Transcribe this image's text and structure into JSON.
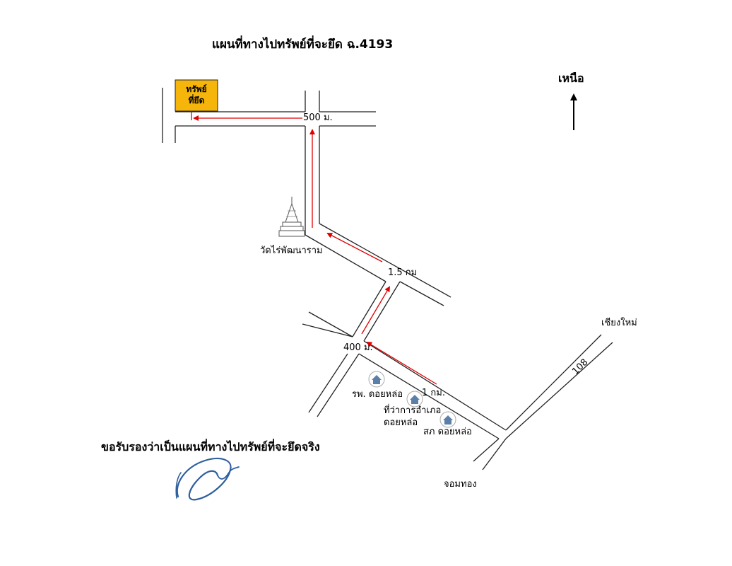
{
  "map": {
    "title": "แผนที่ทางไปทรัพย์ที่จะยึด ฉ.4193",
    "north_label": "เหนือ",
    "property_label_line1": "ทรัพย์",
    "property_label_line2": "ที่ยึด",
    "distances": {
      "segment_500": "500 ม.",
      "segment_1_5": "1.5 กม",
      "segment_400": "400 ม.",
      "segment_1": "1 กม."
    },
    "places": {
      "temple": "วัดไร่พัฒนาราม",
      "hospital": "รพ. ดอยหล่อ",
      "district_office_line1": "ที่ว่าการอำเภอ",
      "district_office_line2": "ดอยหล่อ",
      "police_station": "สภ ดอยหล่อ"
    },
    "directions": {
      "chiang_mai": "เชียงใหม่",
      "chom_thong": "จอมทอง"
    },
    "highway_number": "108",
    "certification": "ขอรับรองว่าเป็นแผนที่ทางไปทรัพย์ที่จะยึดจริง",
    "colors": {
      "property_box": "#f5b50a",
      "route_arrow": "#e00000",
      "building_icon": "#5b7fa8",
      "signature": "#2f5f9e"
    }
  }
}
